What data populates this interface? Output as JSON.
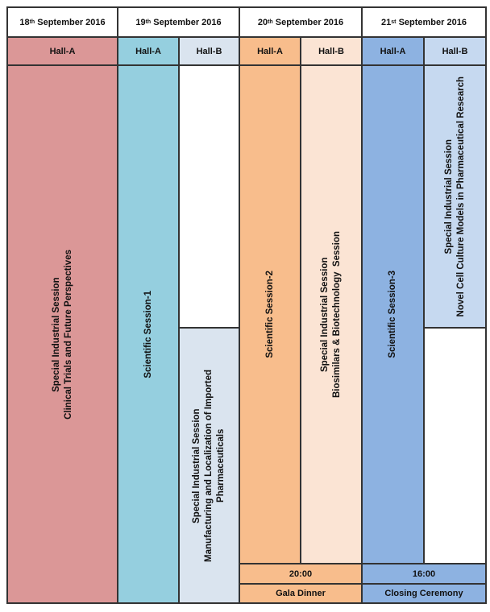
{
  "days": [
    {
      "day": "18",
      "suffix": "th",
      "rest": " September 2016"
    },
    {
      "day": "19",
      "suffix": "th",
      "rest": " September 2016"
    },
    {
      "day": "20",
      "suffix": "th",
      "rest": " September 2016"
    },
    {
      "day": "21",
      "suffix": "st",
      "rest": " September 2016"
    }
  ],
  "halls": {
    "a": "Hall-A",
    "b": "Hall-B"
  },
  "sessions": {
    "d18_a": [
      "Special Industrial Session",
      "Clinical Trials and Future Perspectives"
    ],
    "d19_a": "Scientific Session-1",
    "d19_b": [
      "Special Industrial Session",
      "Manufacturing and Localization of Imported",
      "Pharmaceuticals"
    ],
    "d20_a": "Scientific Session-2",
    "d20_b": [
      "Special Industrial Session",
      "Biosimilars & Biotechnology  Session"
    ],
    "d21_a": "Scientific Session-3",
    "d21_b": [
      "Special Industrial Session",
      "Novel Cell Culture Models in Pharmaceutical Research"
    ]
  },
  "events": {
    "d20_time": "20:00",
    "d20_label": "Gala Dinner",
    "d21_time": "16:00",
    "d21_label": "Closing Ceremony"
  },
  "colors": {
    "rose": "#db9797",
    "teal": "#95cfdf",
    "light_blue": "#dae4ef",
    "orange": "#f8bd8c",
    "peach": "#fbe4d4",
    "blue": "#8db2e1",
    "pale_blue": "#c6d9f0"
  }
}
